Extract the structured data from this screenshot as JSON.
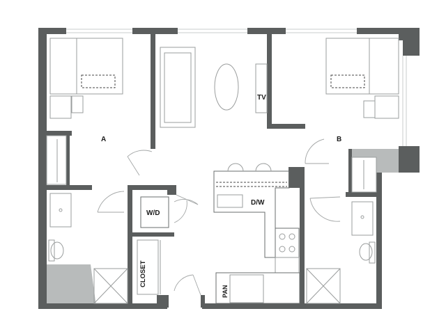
{
  "floorplan": {
    "labels": {
      "bedroom_a": "A",
      "bedroom_b": "B",
      "tv": "TV",
      "washer_dryer": "W/D",
      "dishwasher": "D/W",
      "closet": "CLOSET",
      "pantry": "PAN"
    },
    "colors": {
      "wall": "#5b5e5e",
      "fixture_line": "#9a9d9d",
      "background": "#ffffff"
    }
  }
}
